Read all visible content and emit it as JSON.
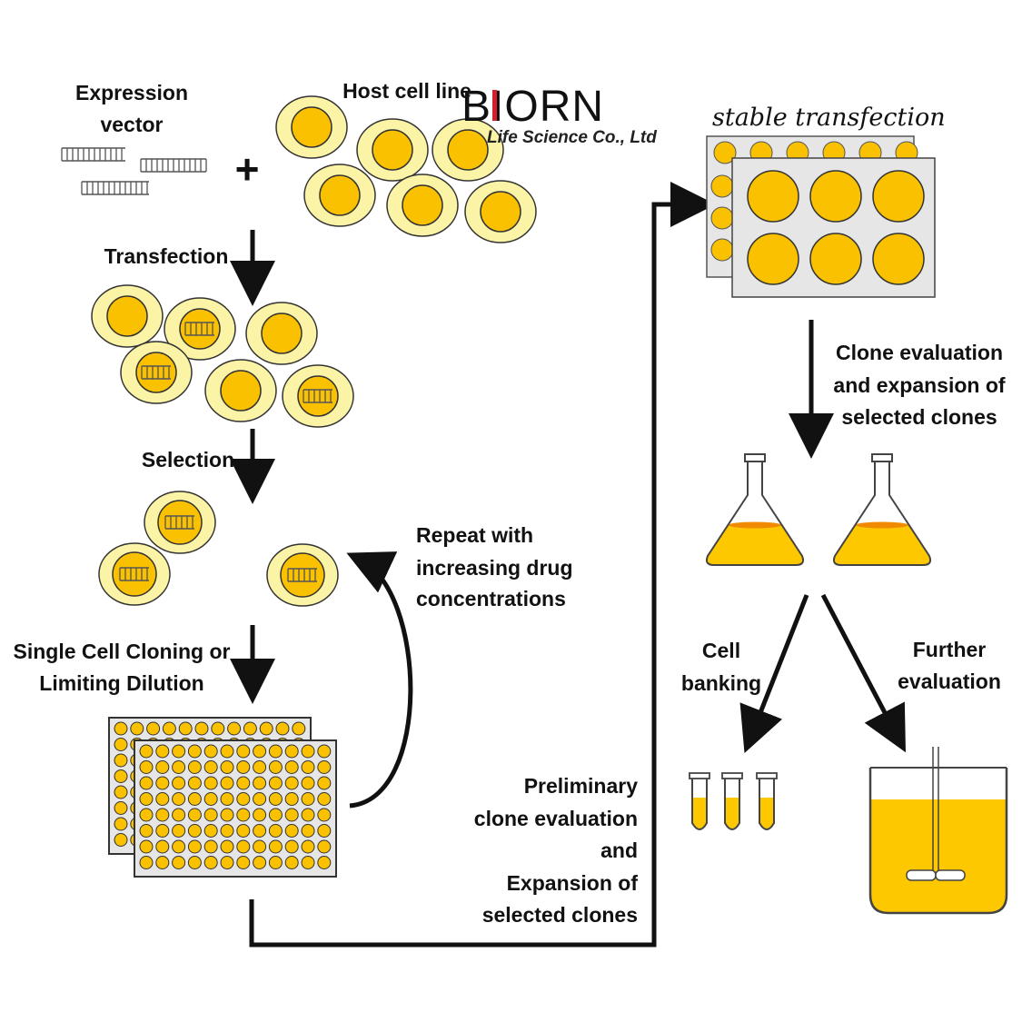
{
  "labels": {
    "expression_vector_1": "Expression",
    "expression_vector_2": "vector",
    "host_cell_line": "Host cell line",
    "plus": "+",
    "transfection": "Transfection",
    "selection": "Selection",
    "repeat_1": "Repeat with",
    "repeat_2": "increasing drug",
    "repeat_3": "concentrations",
    "single_cell_1": "Single Cell Cloning or",
    "single_cell_2": "Limiting Dilution",
    "prelim_1": "Preliminary",
    "prelim_2": "clone evaluation",
    "prelim_3": "and",
    "prelim_4": "Expansion of",
    "prelim_5": "selected clones",
    "stable_transfection": "stable transfection",
    "clone_eval_1": "Clone evaluation",
    "clone_eval_2": "and expansion of",
    "clone_eval_3": "selected clones",
    "cell_banking_1": "Cell",
    "cell_banking_2": "banking",
    "further_eval_1": "Further",
    "further_eval_2": "evaluation"
  },
  "logo": {
    "brand": "BIORN",
    "tagline": "Life Science Co., Ltd",
    "accent_color": "#d4202a"
  },
  "colors": {
    "cell_cytoplasm": "#fbf3a6",
    "nucleus": "#f9c100",
    "outline": "#333333",
    "plate": "#e6e6e6",
    "medium": "#fdc800",
    "medium_surface": "#f08a00"
  },
  "icons": [
    "dna-vector-icon",
    "host-cell-icon",
    "well-plate-icon",
    "flask-icon",
    "test-tube-icon",
    "bioreactor-icon"
  ]
}
